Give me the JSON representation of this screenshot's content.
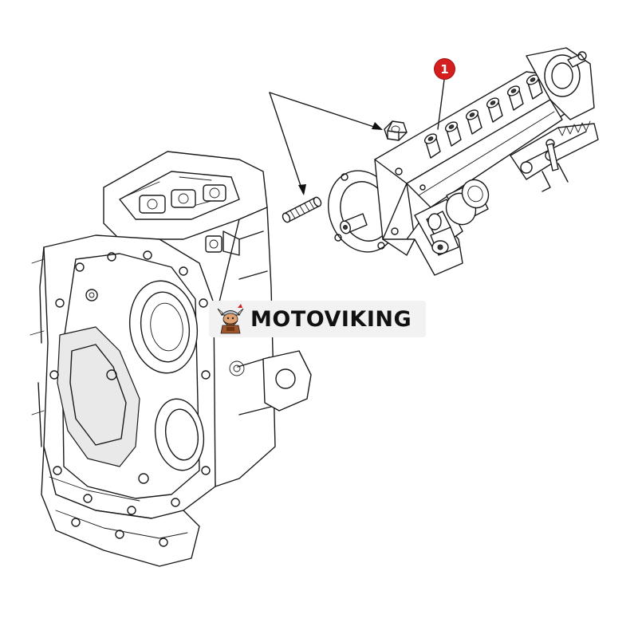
{
  "callout": {
    "label": "1",
    "color": "#d51e1e"
  },
  "watermark": {
    "text": "MOTOVIKING",
    "logo_icon": "viking-mascot-icon",
    "background": "#f2f2f2"
  },
  "parts": {
    "main_component": "fuel-injection-pump",
    "fasteners": [
      "mounting-nut",
      "mounting-stud"
    ],
    "assembly": "engine-block-gear-housing"
  }
}
